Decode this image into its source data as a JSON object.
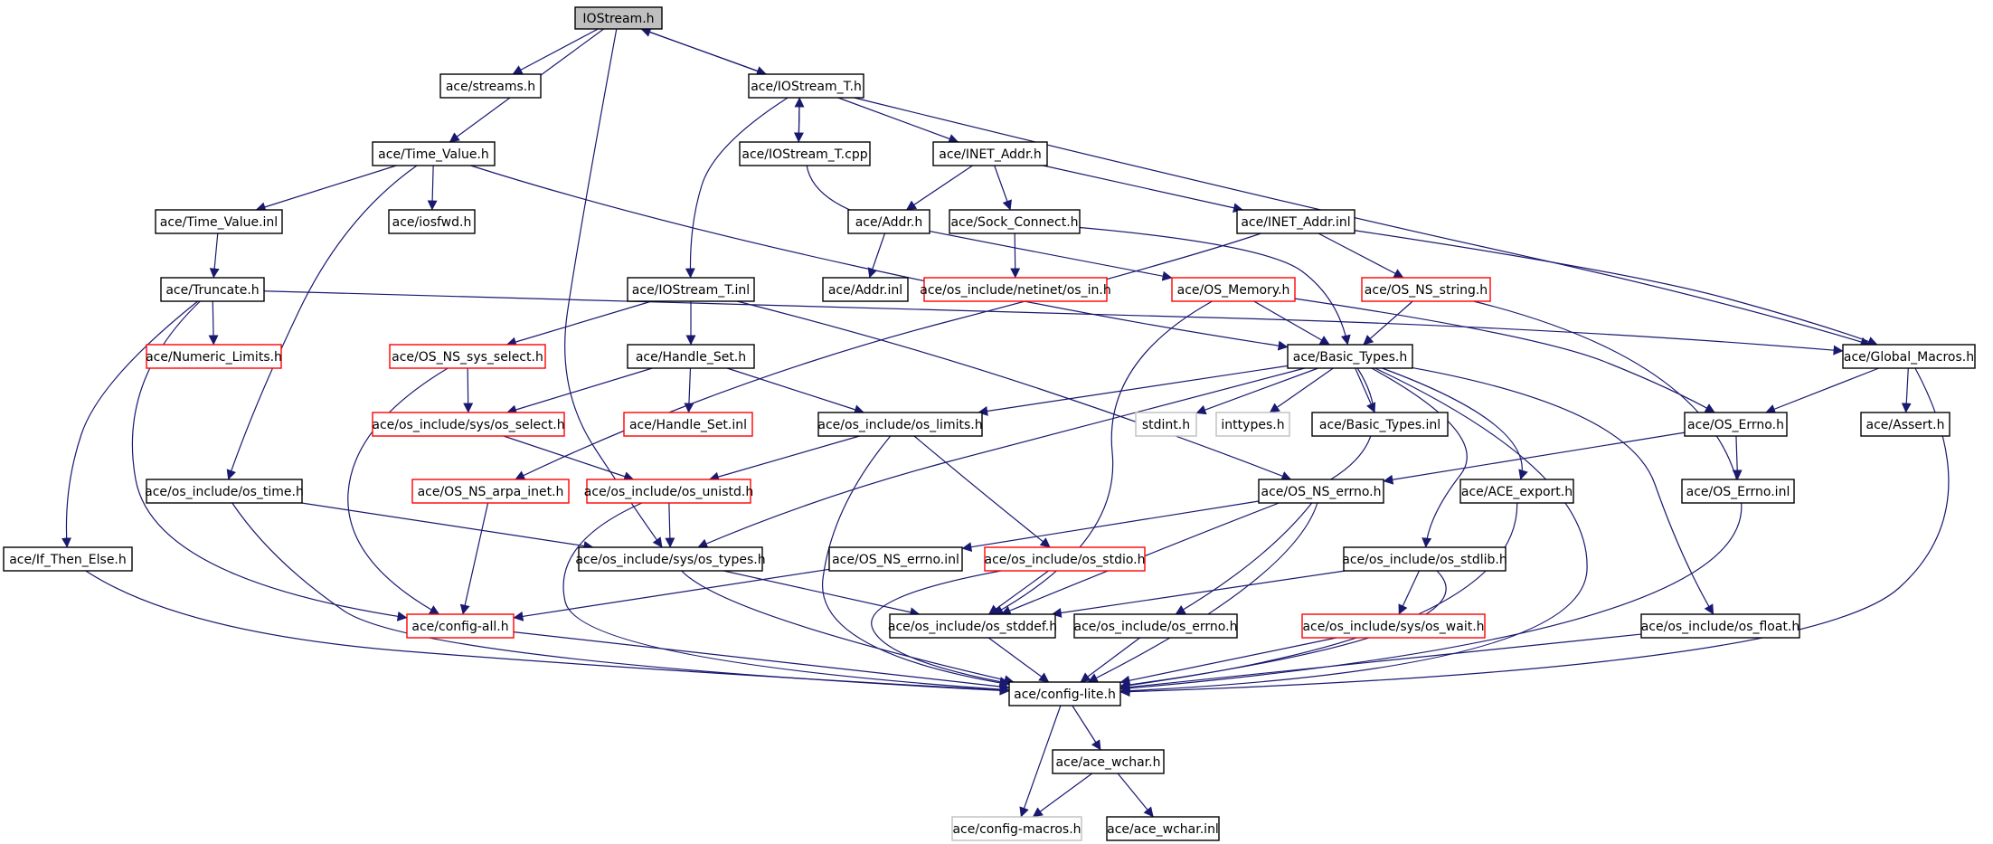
{
  "diagram": {
    "title": "IOStream.h include dependency graph",
    "colors": {
      "edge": "#191970",
      "root_fill": "#bfbfbf",
      "normal_border": "#000000",
      "truncated_border": "#ff0000",
      "external_border": "#bfbfbf",
      "external_text": "#4a4a4a"
    },
    "nodes": [
      {
        "id": "n_iostream_h",
        "label": "IOStream.h",
        "kind": "root"
      },
      {
        "id": "n_streams_h",
        "label": "ace/streams.h",
        "kind": "normal"
      },
      {
        "id": "n_iostream_t_h",
        "label": "ace/IOStream_T.h",
        "kind": "normal"
      },
      {
        "id": "n_time_value_h",
        "label": "ace/Time_Value.h",
        "kind": "normal"
      },
      {
        "id": "n_iostream_t_cpp",
        "label": "ace/IOStream_T.cpp",
        "kind": "normal"
      },
      {
        "id": "n_inet_addr_h",
        "label": "ace/INET_Addr.h",
        "kind": "normal"
      },
      {
        "id": "n_time_value_inl",
        "label": "ace/Time_Value.inl",
        "kind": "normal"
      },
      {
        "id": "n_iosfwd_h",
        "label": "ace/iosfwd.h",
        "kind": "normal"
      },
      {
        "id": "n_addr_h",
        "label": "ace/Addr.h",
        "kind": "normal"
      },
      {
        "id": "n_sock_connect_h",
        "label": "ace/Sock_Connect.h",
        "kind": "normal"
      },
      {
        "id": "n_inet_addr_inl",
        "label": "ace/INET_Addr.inl",
        "kind": "normal"
      },
      {
        "id": "n_truncate_h",
        "label": "ace/Truncate.h",
        "kind": "normal"
      },
      {
        "id": "n_iostream_t_inl",
        "label": "ace/IOStream_T.inl",
        "kind": "normal"
      },
      {
        "id": "n_addr_inl",
        "label": "ace/Addr.inl",
        "kind": "normal"
      },
      {
        "id": "n_netinet_in_h",
        "label": "ace/os_include/netinet/os_in.h",
        "kind": "truncated"
      },
      {
        "id": "n_os_memory_h",
        "label": "ace/OS_Memory.h",
        "kind": "truncated"
      },
      {
        "id": "n_os_ns_string_h",
        "label": "ace/OS_NS_string.h",
        "kind": "truncated"
      },
      {
        "id": "n_numeric_limits_h",
        "label": "ace/Numeric_Limits.h",
        "kind": "truncated"
      },
      {
        "id": "n_os_ns_sys_select_h",
        "label": "ace/OS_NS_sys_select.h",
        "kind": "truncated"
      },
      {
        "id": "n_handle_set_h",
        "label": "ace/Handle_Set.h",
        "kind": "normal"
      },
      {
        "id": "n_basic_types_h",
        "label": "ace/Basic_Types.h",
        "kind": "normal"
      },
      {
        "id": "n_global_macros_h",
        "label": "ace/Global_Macros.h",
        "kind": "normal"
      },
      {
        "id": "n_sys_os_select_h",
        "label": "ace/os_include/sys/os_select.h",
        "kind": "truncated"
      },
      {
        "id": "n_handle_set_inl",
        "label": "ace/Handle_Set.inl",
        "kind": "truncated"
      },
      {
        "id": "n_os_limits_h",
        "label": "ace/os_include/os_limits.h",
        "kind": "normal"
      },
      {
        "id": "n_stdint_h",
        "label": "stdint.h",
        "kind": "external"
      },
      {
        "id": "n_inttypes_h",
        "label": "inttypes.h",
        "kind": "external"
      },
      {
        "id": "n_basic_types_inl",
        "label": "ace/Basic_Types.inl",
        "kind": "normal"
      },
      {
        "id": "n_os_errno_h",
        "label": "ace/OS_Errno.h",
        "kind": "normal"
      },
      {
        "id": "n_assert_h",
        "label": "ace/Assert.h",
        "kind": "normal"
      },
      {
        "id": "n_os_time_h",
        "label": "ace/os_include/os_time.h",
        "kind": "normal"
      },
      {
        "id": "n_os_ns_arpa_inet_h",
        "label": "ace/OS_NS_arpa_inet.h",
        "kind": "truncated"
      },
      {
        "id": "n_os_unistd_h",
        "label": "ace/os_include/os_unistd.h",
        "kind": "truncated"
      },
      {
        "id": "n_os_ns_errno_h",
        "label": "ace/OS_NS_errno.h",
        "kind": "normal"
      },
      {
        "id": "n_ace_export_h",
        "label": "ace/ACE_export.h",
        "kind": "normal"
      },
      {
        "id": "n_os_errno_inl",
        "label": "ace/OS_Errno.inl",
        "kind": "normal"
      },
      {
        "id": "n_if_then_else_h",
        "label": "ace/If_Then_Else.h",
        "kind": "normal"
      },
      {
        "id": "n_sys_os_types_h",
        "label": "ace/os_include/sys/os_types.h",
        "kind": "normal"
      },
      {
        "id": "n_os_ns_errno_inl",
        "label": "ace/OS_NS_errno.inl",
        "kind": "normal"
      },
      {
        "id": "n_os_stdio_h",
        "label": "ace/os_include/os_stdio.h",
        "kind": "truncated"
      },
      {
        "id": "n_os_stdlib_h",
        "label": "ace/os_include/os_stdlib.h",
        "kind": "normal"
      },
      {
        "id": "n_config_all_h",
        "label": "ace/config-all.h",
        "kind": "truncated"
      },
      {
        "id": "n_os_stddef_h",
        "label": "ace/os_include/os_stddef.h",
        "kind": "normal"
      },
      {
        "id": "n_os_errno_h2",
        "label": "ace/os_include/os_errno.h",
        "kind": "normal"
      },
      {
        "id": "n_sys_os_wait_h",
        "label": "ace/os_include/sys/os_wait.h",
        "kind": "truncated"
      },
      {
        "id": "n_os_float_h",
        "label": "ace/os_include/os_float.h",
        "kind": "normal"
      },
      {
        "id": "n_config_lite_h",
        "label": "ace/config-lite.h",
        "kind": "normal"
      },
      {
        "id": "n_ace_wchar_h",
        "label": "ace/ace_wchar.h",
        "kind": "normal"
      },
      {
        "id": "n_config_macros_h",
        "label": "ace/config-macros.h",
        "kind": "external"
      },
      {
        "id": "n_ace_wchar_inl",
        "label": "ace/ace_wchar.inl",
        "kind": "normal"
      }
    ]
  }
}
